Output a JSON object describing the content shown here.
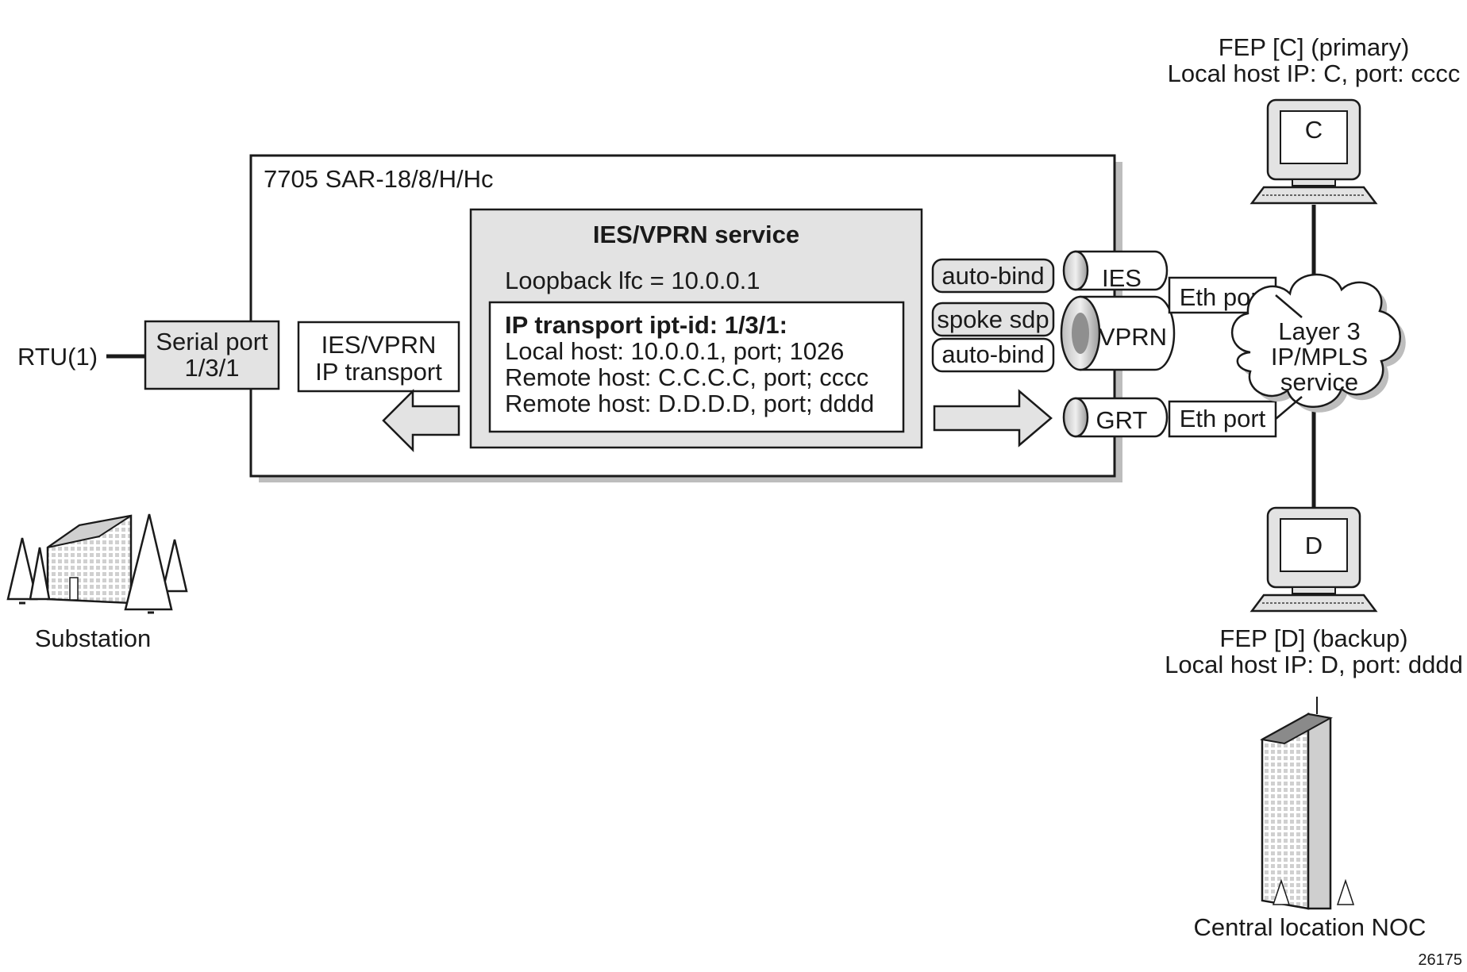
{
  "router": {
    "label": "7705 SAR-18/8/H/Hc"
  },
  "service": {
    "title": "IES/VPRN service",
    "loopback": "Loopback lfc = 10.0.0.1",
    "transport_title": "IP transport ipt-id: 1/3/1:",
    "local_host": "Local host: 10.0.0.1, port; 1026",
    "remote_host_c": "Remote host: C.C.C.C, port; cccc",
    "remote_host_d": "Remote host: D.D.D.D, port; dddd"
  },
  "ies_vprn_transport": {
    "line1": "IES/VPRN",
    "line2": "IP transport"
  },
  "serial_port": {
    "line1": "Serial port",
    "line2": "1/3/1"
  },
  "rtu": {
    "label": "RTU(1)"
  },
  "substation": {
    "label": "Substation"
  },
  "bindings": {
    "auto_bind_top": "auto-bind",
    "spoke_sdp": "spoke sdp",
    "auto_bind_bottom": "auto-bind"
  },
  "tunnels": {
    "ies": "IES",
    "vprn": "VPRN",
    "grt": "GRT"
  },
  "eth_ports": {
    "top": "Eth port",
    "bottom": "Eth port"
  },
  "cloud": {
    "line1": "Layer 3",
    "line2": "IP/MPLS",
    "line3": "service"
  },
  "fep_c": {
    "title": "FEP [C] (primary)",
    "host": "Local host IP: C, port: cccc",
    "screen": "C"
  },
  "fep_d": {
    "title": "FEP [D] (backup)",
    "host": "Local host IP: D, port: dddd",
    "screen": "D"
  },
  "noc": {
    "label": "Central location NOC"
  },
  "figure_id": "26175",
  "colors": {
    "fill_grey": "#e3e3e3",
    "shadow": "#bdbdbd",
    "stroke": "#1a1a1a"
  }
}
